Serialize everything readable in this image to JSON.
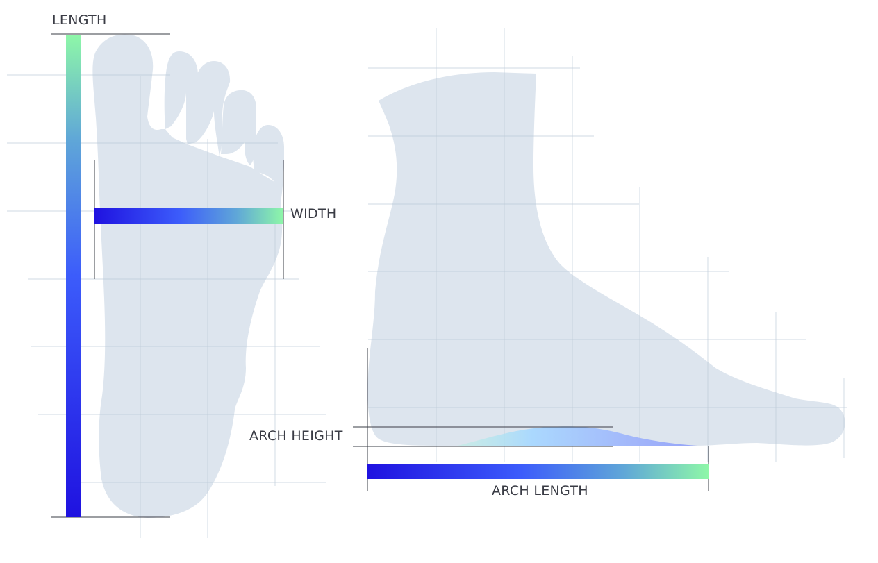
{
  "labels": {
    "length": "LENGTH",
    "width": "WIDTH",
    "arch_height": "ARCH HEIGHT",
    "arch_length": "ARCH LENGTH"
  },
  "colors": {
    "foot_fill": "#dde5ee",
    "grid_line": "#b9c8d6",
    "label_text": "#3a3c45",
    "guide_line": "#3a3c45",
    "gradient_start": "#1f12e0",
    "gradient_mid": "#3c5cfb",
    "gradient_end": "#8ef7a8",
    "arch_fill_start": "#a8d8ff",
    "arch_fill_end": "#8f9df8"
  },
  "icons": {
    "foot_top": "foot-top-view-icon",
    "foot_side": "foot-side-view-icon"
  }
}
